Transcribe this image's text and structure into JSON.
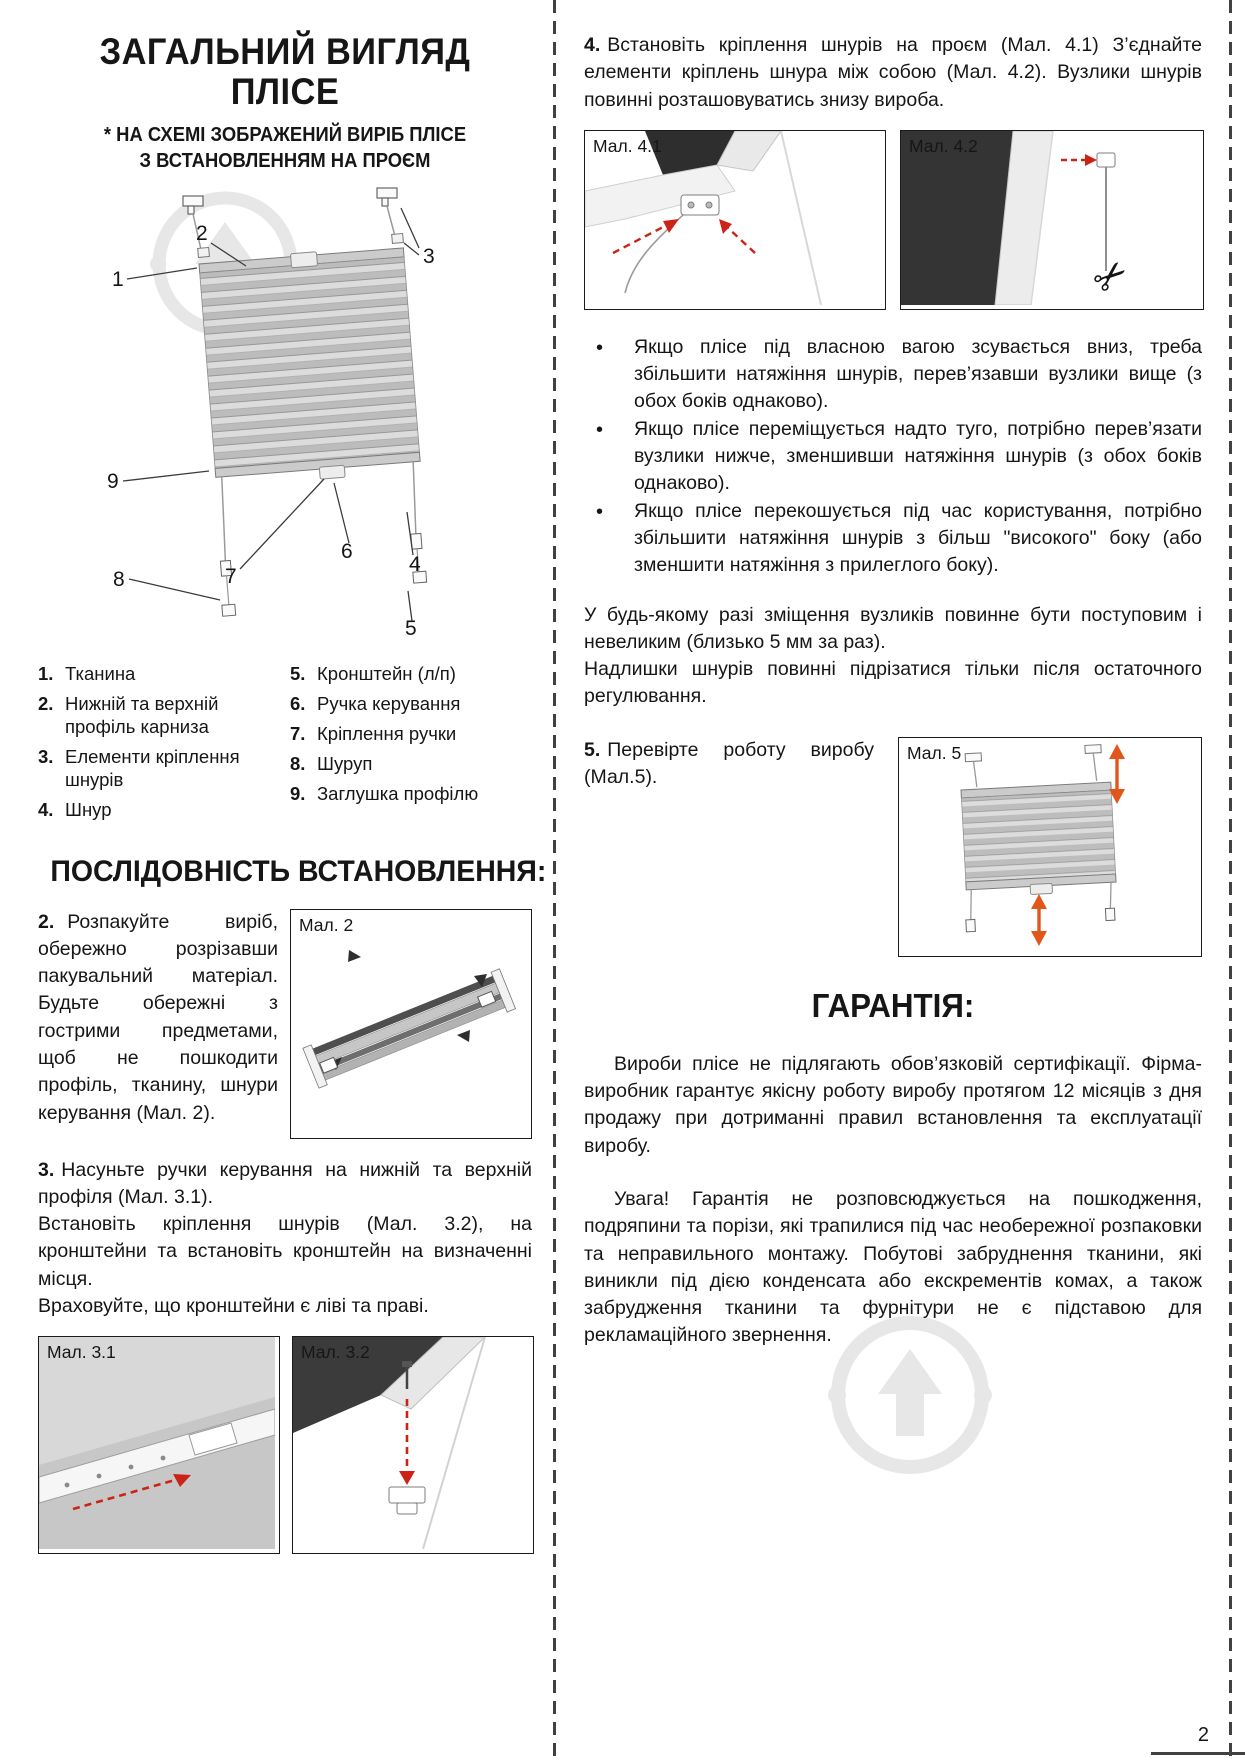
{
  "page": {
    "number": "2"
  },
  "colors": {
    "accent_red": "#cc2318",
    "accent_orange": "#e2561b",
    "fabric_light": "#dcdcdc",
    "fabric_dark": "#bcbcbc"
  },
  "left": {
    "title_line1": "ЗАГАЛЬНИЙ ВИГЛЯД",
    "title_line2": "ПЛІСЕ",
    "subtitle_line1": "* НА СХЕМІ ЗОБРАЖЕНИЙ ВИРІБ ПЛІСЕ",
    "subtitle_line2": "З ВСТАНОВЛЕННЯМ НА ПРОЄМ",
    "legend_col1": [
      {
        "num": "1.",
        "text": "Тканина"
      },
      {
        "num": "2.",
        "text": "Нижній та верхній профіль карниза"
      },
      {
        "num": "3.",
        "text": "Елементи кріплення шнурів"
      },
      {
        "num": "4.",
        "text": "Шнур"
      }
    ],
    "legend_col2": [
      {
        "num": "5.",
        "text": "Кронштейн (л/п)"
      },
      {
        "num": "6.",
        "text": "Ручка керування"
      },
      {
        "num": "7.",
        "text": "Кріплення ручки"
      },
      {
        "num": "8.",
        "text": "Шуруп"
      },
      {
        "num": "9.",
        "text": "Заглушка профілю"
      }
    ],
    "sequence_heading": "ПОСЛІДОВНІСТЬ ВСТАНОВЛЕННЯ:",
    "step2": {
      "num": "2.",
      "text": "Розпакуйте виріб, обережно розрізавши пакувальний матеріал. Будьте обережні з гострими предметами, щоб не пошкодити профіль, тканину, шнури керування (Мал. 2)."
    },
    "step3": {
      "num": "3.",
      "line1": "Насуньте ручки керування на нижній та верхній профіля (Мал. 3.1).",
      "line2": "Встановіть кріплення шнурів (Мал. 3.2), на кронштейни та встановіть кронштейн на визначенні місця.",
      "line3": "Враховуйте, що кронштейни є ліві та праві."
    }
  },
  "right": {
    "step4": {
      "num": "4.",
      "text": "Встановіть кріплення шнурів на проєм (Мал. 4.1) З’єднайте елементи кріплень шнура між собою (Мал. 4.2). Вузлики шнурів повинні розташовуватись знизу вироба."
    },
    "bullets": [
      "Якщо плісе під власною вагою зсувається вниз, треба збільшити натяжіння шнурів, перев’язавши вузлики вище (з обох боків однаково).",
      "Якщо плісе переміщується надто туго, потрібно перев’язати вузлики нижче, зменшивши натяжіння шнурів (з обох боків однаково).",
      "Якщо плісе перекошується під час користування, потрібно збільшити натяжіння шнурів з більш \"високого\" боку (або зменшити натяжіння з прилеглого боку)."
    ],
    "adjust_para1": "У будь-якому разі зміщення вузликів повинне бути поступовим і невеликим (близько 5 мм за раз).",
    "adjust_para2": "Надлишки шнурів повинні підрізатися тільки після остаточного регулювання.",
    "step5": {
      "num": "5.",
      "text": "Перевірте роботу виробу (Мал.5)."
    },
    "warranty_heading": "ГАРАНТІЯ:",
    "warranty_para1": "Вироби плісе не підлягають обов’язковій сертифікації. Фірма-виробник гарантує якісну роботу виробу протягом 12 місяців з дня продажу при дотриманні правил встановлення та експлуатації виробу.",
    "warranty_para2": "Увага! Гарантія не розповсюджується на пошкодження, подряпини та порізи, які трапилися під час необережної розпаковки та неправильного монтажу. Побутові забруднення тканини, які виникли під дією конденсата або екскрементів комах, а також забрудження тканини та фурнітури не є підставою для рекламаційного звернення."
  },
  "figures": {
    "fig2": {
      "label": "Мал. 2"
    },
    "fig31": {
      "label": "Мал. 3.1"
    },
    "fig32": {
      "label": "Мал. 3.2"
    },
    "fig41": {
      "label": "Мал. 4.1"
    },
    "fig42": {
      "label": "Мал. 4.2",
      "scissors": "✂"
    },
    "fig5": {
      "label": "Мал. 5"
    }
  },
  "diagram": {
    "callouts": [
      "1",
      "2",
      "3",
      "4",
      "5",
      "6",
      "7",
      "8",
      "9"
    ]
  }
}
